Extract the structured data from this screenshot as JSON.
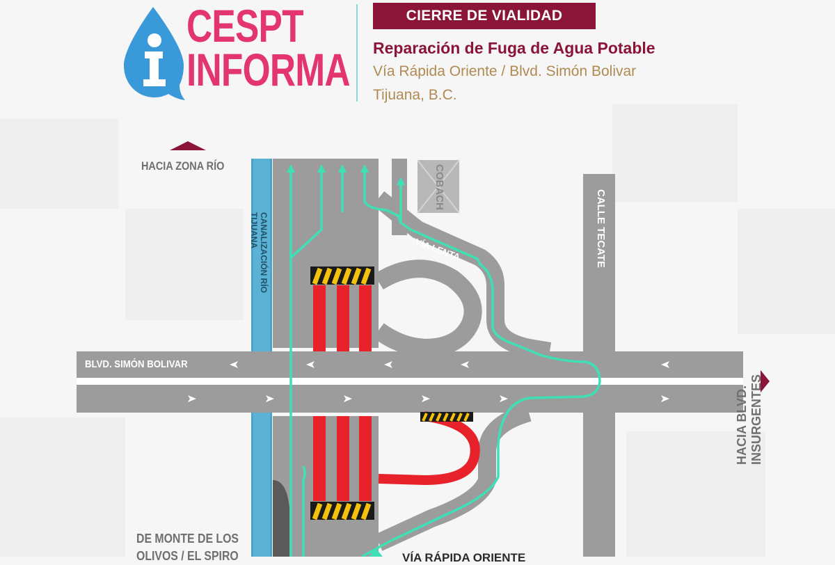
{
  "header": {
    "logo_line1": "CESPT",
    "logo_line2": "INFORMA",
    "badge": "CIERRE DE VIALIDAD",
    "subtitle": "Reparación de Fuga de Agua Potable",
    "location_line1": "Vía Rápida Oriente / Blvd. Simón Bolivar",
    "location_line2": "Tijuana, B.C."
  },
  "map": {
    "labels": {
      "hacia_zona_rio": "HACIA ZONA RÍO",
      "canalizacion": "CANALIZACIÓN RÍO TIJUANA",
      "cobach": "COBACH",
      "via_lenta": "VÍA LENTA",
      "calle_tecate": "CALLE TECATE",
      "blvd_simon_bolivar": "BLVD. SIMÓN BOLIVAR",
      "hacia_blvd_insurgentes": "HACIA BLVD. INSURGENTES",
      "de_monte_line1": "DE MONTE DE LOS",
      "de_monte_line2": "OLIVOS / EL SPIRO",
      "via_rapida_oriente": "VÍA RÁPIDA ORIENTE"
    },
    "colors": {
      "road": "#9c9c9c",
      "canal": "#4aa3c8",
      "closure": "#e8222b",
      "route": "#3fe0b5",
      "brand": "#8a1538",
      "accent_pink": "#e4366e",
      "logo_blue": "#3a9ad9"
    }
  }
}
